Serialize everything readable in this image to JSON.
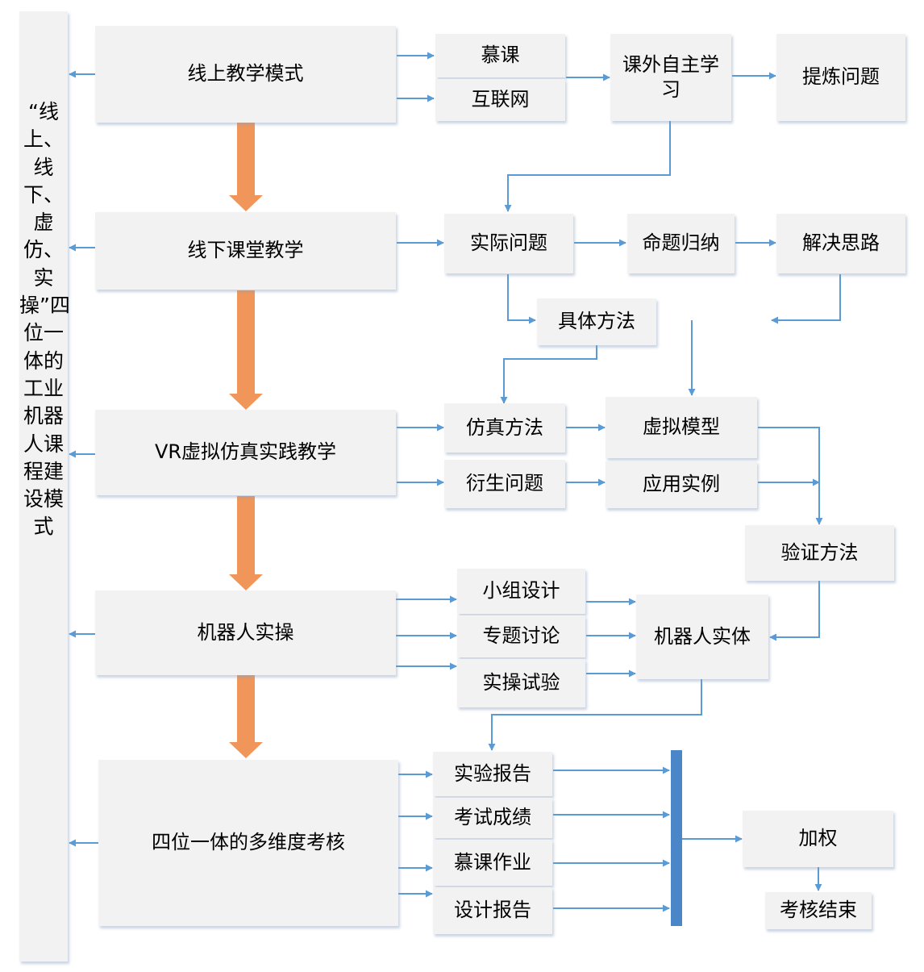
{
  "side_label": "“线上、线下、虚仿、实操”四位一体的工业机器人课程建设模式",
  "stages": {
    "online": "线上教学模式",
    "offline": "线下课堂教学",
    "vr": "VR虚拟仿真实践教学",
    "robot": "机器人实操",
    "assess": "四位一体的多维度考核"
  },
  "online_flow": {
    "mooc": "慕课",
    "internet": "互联网",
    "self_study": "课外自主学习",
    "extract": "提炼问题"
  },
  "offline_flow": {
    "real_problem": "实际问题",
    "induction": "命题归纳",
    "solution": "解决思路",
    "method": "具体方法"
  },
  "vr_flow": {
    "sim_method": "仿真方法",
    "derived": "衍生问题",
    "virtual_model": "虚拟模型",
    "application": "应用实例",
    "verify": "验证方法"
  },
  "robot_flow": {
    "group_design": "小组设计",
    "discussion": "专题讨论",
    "trial": "实操试验",
    "entity": "机器人实体"
  },
  "assess_flow": {
    "lab_report": "实验报告",
    "exam": "考试成绩",
    "mooc_hw": "慕课作业",
    "design_report": "设计报告",
    "weight": "加权",
    "end": "考核结束"
  },
  "colors": {
    "flow_arrow": "#5b9bd5",
    "stage_arrow": "#f0965a",
    "box": "#f2f2f2",
    "bar": "#4a86c8"
  }
}
